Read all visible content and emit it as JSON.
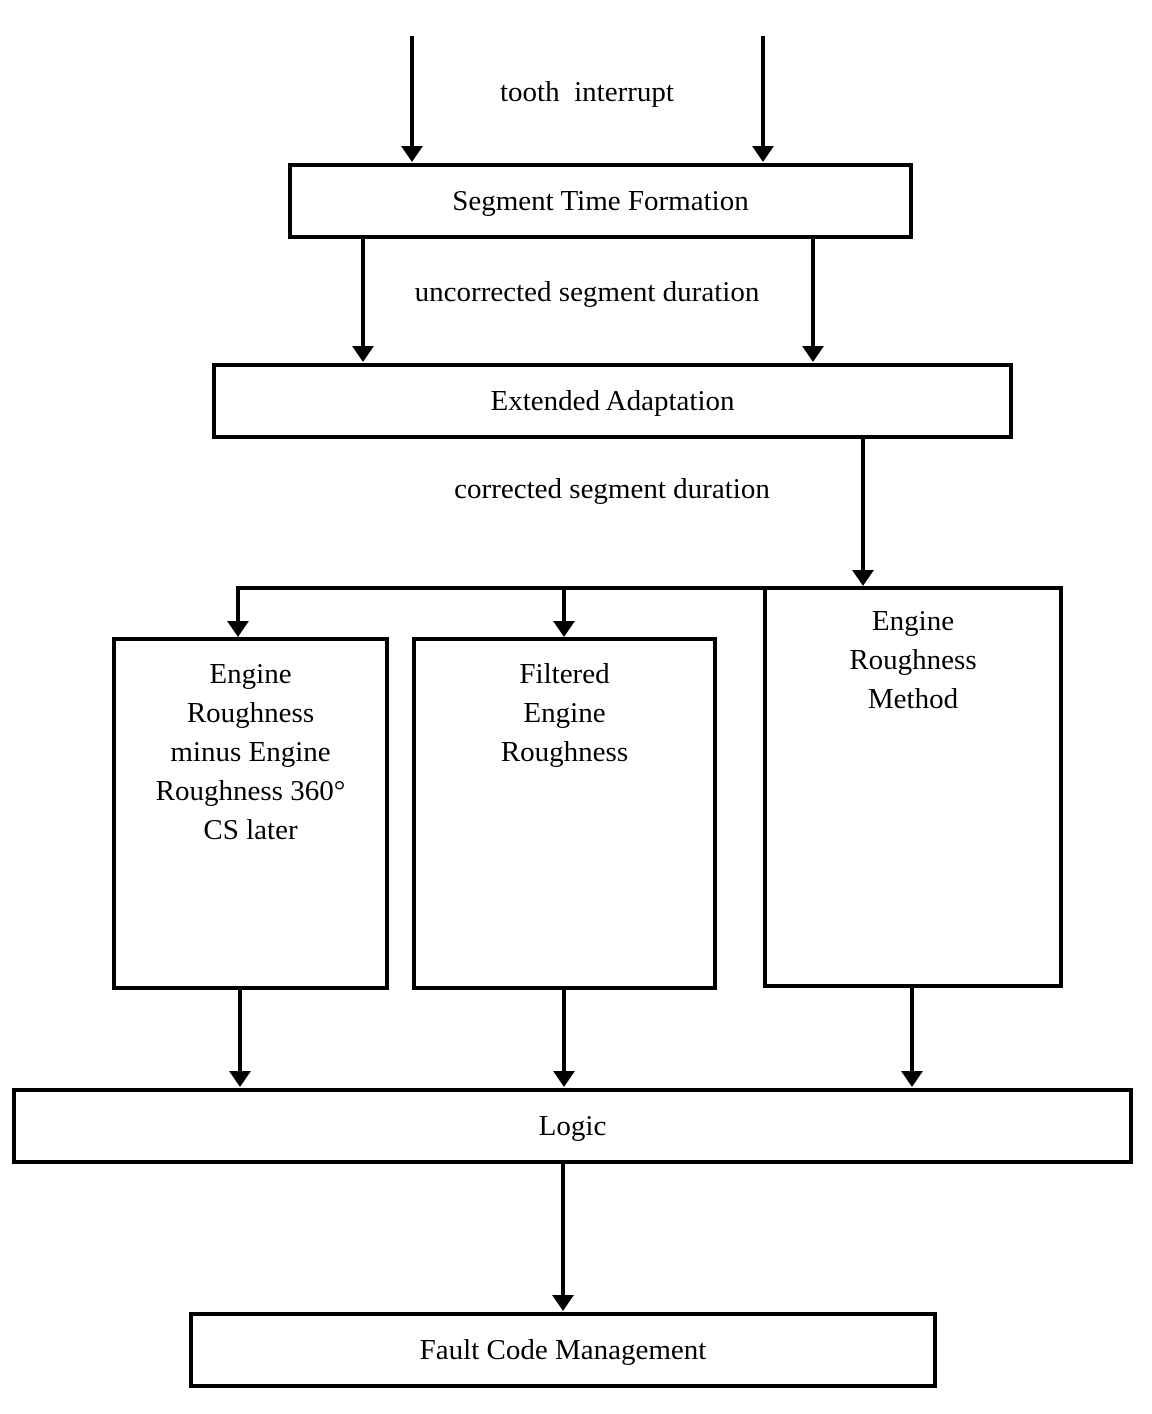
{
  "diagram": {
    "input_label": "tooth  interrupt",
    "edge_labels": {
      "uncorrected": "uncorrected segment duration",
      "corrected": "corrected segment duration"
    },
    "nodes": {
      "segment_time_formation": {
        "label": "Segment Time Formation"
      },
      "extended_adaptation": {
        "label": "Extended Adaptation"
      },
      "er_minus_er360": {
        "lines": [
          "Engine",
          "Roughness",
          "minus Engine",
          "Roughness 360°",
          "CS later"
        ]
      },
      "filtered_er": {
        "lines": [
          "Filtered",
          "Engine",
          "Roughness"
        ]
      },
      "er_method": {
        "lines": [
          "Engine",
          "Roughness",
          "Method"
        ]
      },
      "logic": {
        "label": "Logic"
      },
      "fault_code_management": {
        "label": "Fault Code Management"
      }
    },
    "colors": {
      "line": "#000000",
      "background": "#ffffff"
    }
  }
}
